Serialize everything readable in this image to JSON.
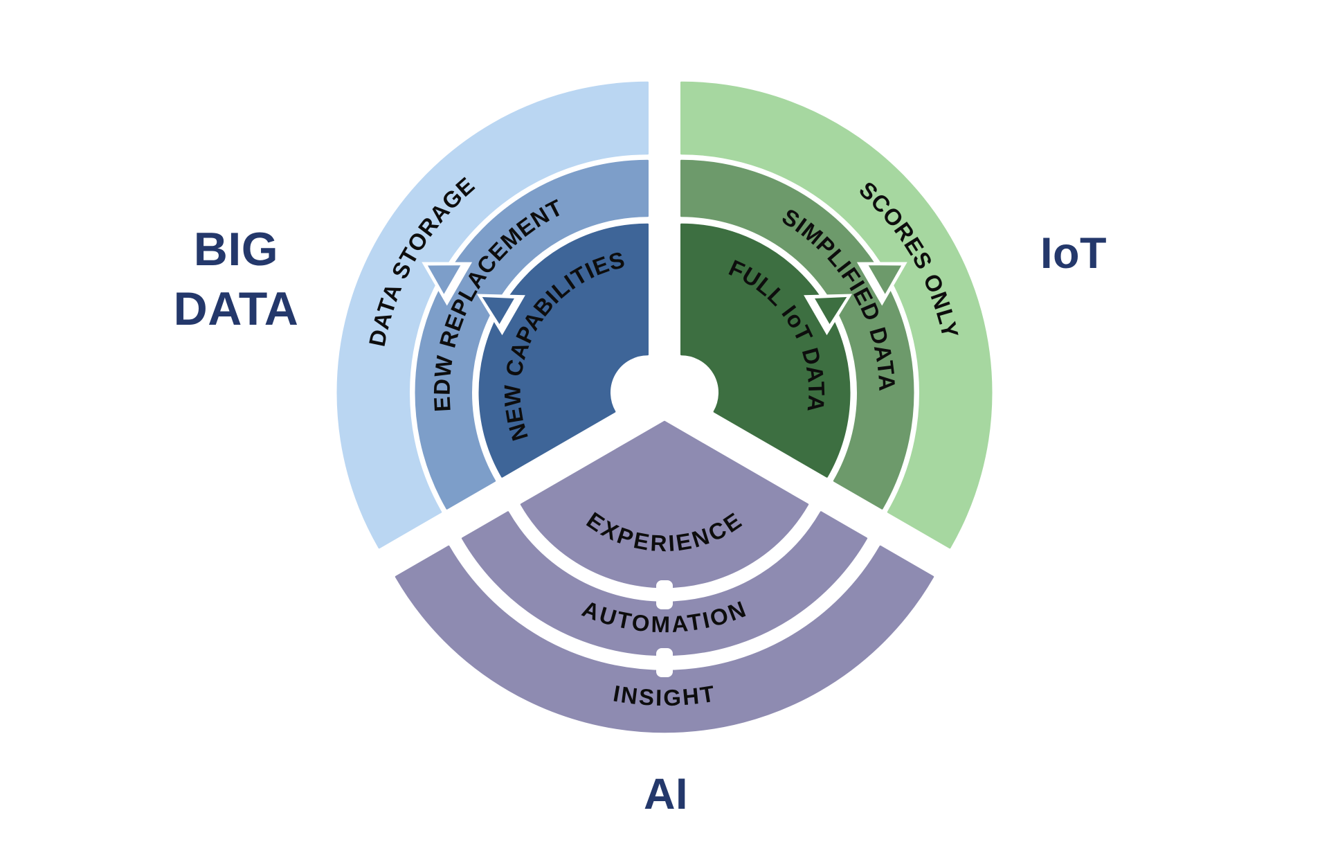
{
  "diagram": {
    "colors": {
      "background": "#FFFFFF",
      "sector_caption": "#24386B",
      "ring_text": "#0D0D0D",
      "gap_white": "#FFFFFF"
    },
    "sectors": [
      {
        "id": "big-data",
        "label": "BIG DATA",
        "label_lines": [
          "BIG",
          "DATA"
        ],
        "start_angle": 150,
        "end_angle": 270,
        "bisector": 210,
        "separator": "arrow",
        "rings": [
          {
            "pos": "outer",
            "label": "DATA STORAGE",
            "color": "#BAD6F2"
          },
          {
            "pos": "middle",
            "label": "EDW REPLACEMENT",
            "color": "#7D9EC9"
          },
          {
            "pos": "inner",
            "label": "NEW CAPABILITIES",
            "color": "#3E6598"
          }
        ]
      },
      {
        "id": "iot",
        "label": "IoT",
        "label_lines": [
          "IoT"
        ],
        "start_angle": 270,
        "end_angle": 390,
        "bisector": 330,
        "separator": "arrow",
        "rings": [
          {
            "pos": "outer",
            "label": "SCORES ONLY",
            "color": "#A6D7A0"
          },
          {
            "pos": "middle",
            "label": "SIMPLIFIED DATA",
            "color": "#6D9A6B"
          },
          {
            "pos": "inner",
            "label": "FULL IoT DATA",
            "color": "#3D6F41"
          }
        ]
      },
      {
        "id": "ai",
        "label": "AI",
        "label_lines": [
          "AI"
        ],
        "start_angle": 30,
        "end_angle": 150,
        "bisector": 90,
        "separator": "tab",
        "rings": [
          {
            "pos": "outer",
            "label": "INSIGHT",
            "color": "#8E8BB1"
          },
          {
            "pos": "middle",
            "label": "AUTOMATION",
            "color": "#8E8BB1"
          },
          {
            "pos": "inner",
            "label": "EXPERIENCE",
            "color": "#8E8BB1"
          }
        ]
      }
    ]
  }
}
